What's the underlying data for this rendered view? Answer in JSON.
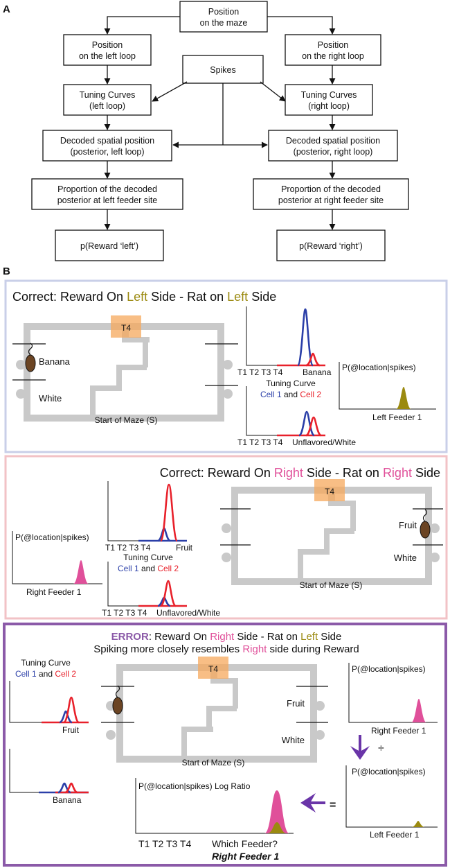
{
  "panel_a": {
    "label": "A",
    "boxes": {
      "maze": [
        "Position",
        "on the maze"
      ],
      "left_loop": [
        "Position",
        "on the left  loop"
      ],
      "right_loop": [
        "Position",
        "on the right  loop"
      ],
      "spikes": "Spikes",
      "tuning_left": [
        "Tuning Curves",
        "(left loop)"
      ],
      "tuning_right": [
        "Tuning Curves",
        "(right  loop)"
      ],
      "decoded_left": [
        "Decoded spatial position",
        "(posterior, left loop)"
      ],
      "decoded_right": [
        "Decoded spatial position",
        "(posterior, right loop)"
      ],
      "prop_left": [
        "Proportion of the decoded",
        "posterior at left  feeder site"
      ],
      "prop_right": [
        "Proportion of the decoded",
        "posterior at right  feeder site"
      ],
      "reward_left": "p(Reward ‘left’)",
      "reward_right": "p(Reward ‘right’)"
    }
  },
  "panel_b": {
    "label": "B",
    "colors": {
      "cell1": "#2b3fa8",
      "cell2": "#e8202a",
      "left_feeder": "#9b8a10",
      "right_feeder": "#e0509a",
      "maze": "#c9c9c9",
      "t4_box": "#f6a85c",
      "error": "#8b5aa8"
    },
    "p1": {
      "title": [
        "Correct: Reward On ",
        "Left",
        " Side - Rat on ",
        "Left",
        " Side"
      ],
      "banana": "Banana",
      "white": "White",
      "t4": "T4",
      "start": "Start of Maze (S)",
      "ticks": "T1 T2 T3 T4",
      "flavor_top": "Banana",
      "tc_title": "Tuning Curve",
      "cell1": "Cell 1",
      "and": " and ",
      "cell2": "Cell 2",
      "flavor_bottom": "Unflavored/White",
      "posterior_label": "P(@location|spikes)",
      "feeder_label": "Left Feeder 1"
    },
    "p2": {
      "title": [
        "Correct: Reward On ",
        "Right",
        " Side - Rat on ",
        "Right",
        " Side"
      ],
      "posterior_label": "P(@location|spikes)",
      "feeder_label": "Right Feeder 1",
      "ticks": "T1 T2 T3 T4",
      "flavor_top": "Fruit",
      "tc_title": "Tuning Curve",
      "cell1": "Cell 1",
      "and": " and ",
      "cell2": "Cell 2",
      "flavor_bottom": "Unflavored/White",
      "t4": "T4",
      "fruit": "Fruit",
      "white": "White",
      "start": "Start of Maze (S)"
    },
    "p3": {
      "title1": [
        "ERROR",
        ": Reward On ",
        "Right",
        " Side - Rat on ",
        "Left",
        " Side"
      ],
      "title2": [
        "Spiking more closely resembles ",
        "Right",
        " side during Reward"
      ],
      "tc_title": "Tuning Curve",
      "cell1": "Cell 1",
      "and": " and ",
      "cell2": "Cell 2",
      "fruit_label": "Fruit",
      "banana_label": "Banana",
      "t4": "T4",
      "fruit": "Fruit",
      "white": "White",
      "start": "Start of Maze (S)",
      "ratio_label": "P(@location|spikes) Log Ratio",
      "ticks": "T1 T2 T3 T4",
      "which_feeder": "Which Feeder?",
      "answer": "Right Feeder 1",
      "posterior_top": "P(@location|spikes)",
      "feeder_top": "Right Feeder 1",
      "divide": "÷",
      "posterior_bottom": "P(@location|spikes)",
      "feeder_bottom": "Left Feeder 1",
      "equals": "="
    }
  }
}
